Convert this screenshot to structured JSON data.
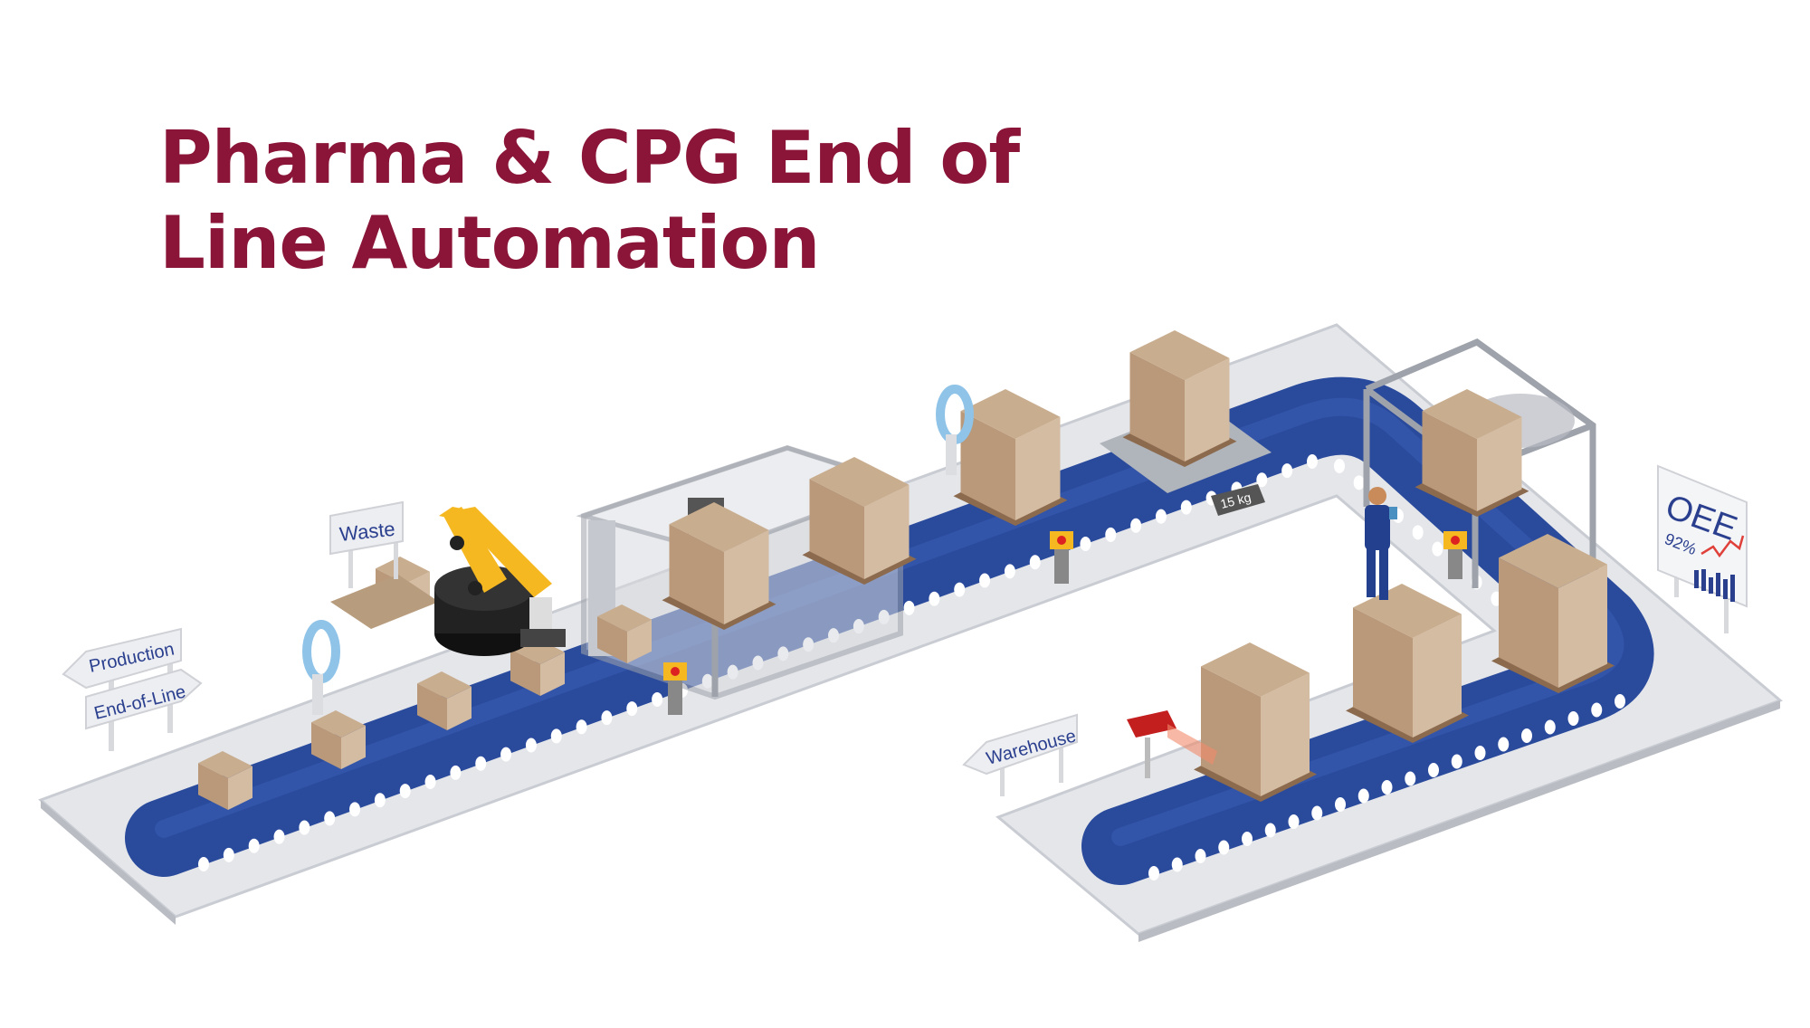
{
  "title": {
    "line1": "Pharma & CPG End of",
    "line2": "Line Automation"
  },
  "signs": {
    "production": "Production",
    "end_of_line": "End-of-Line",
    "waste": "Waste",
    "warehouse": "Warehouse",
    "scale": "15 kg",
    "oee_title": "OEE",
    "oee_value": "92%"
  },
  "colors": {
    "title": "#8a1538",
    "belt": "#2a4a9c",
    "floor": "#e4e6ea",
    "box": "#c4a98a",
    "robot": "#f5b820",
    "sign_text": "#2b3f8f"
  }
}
